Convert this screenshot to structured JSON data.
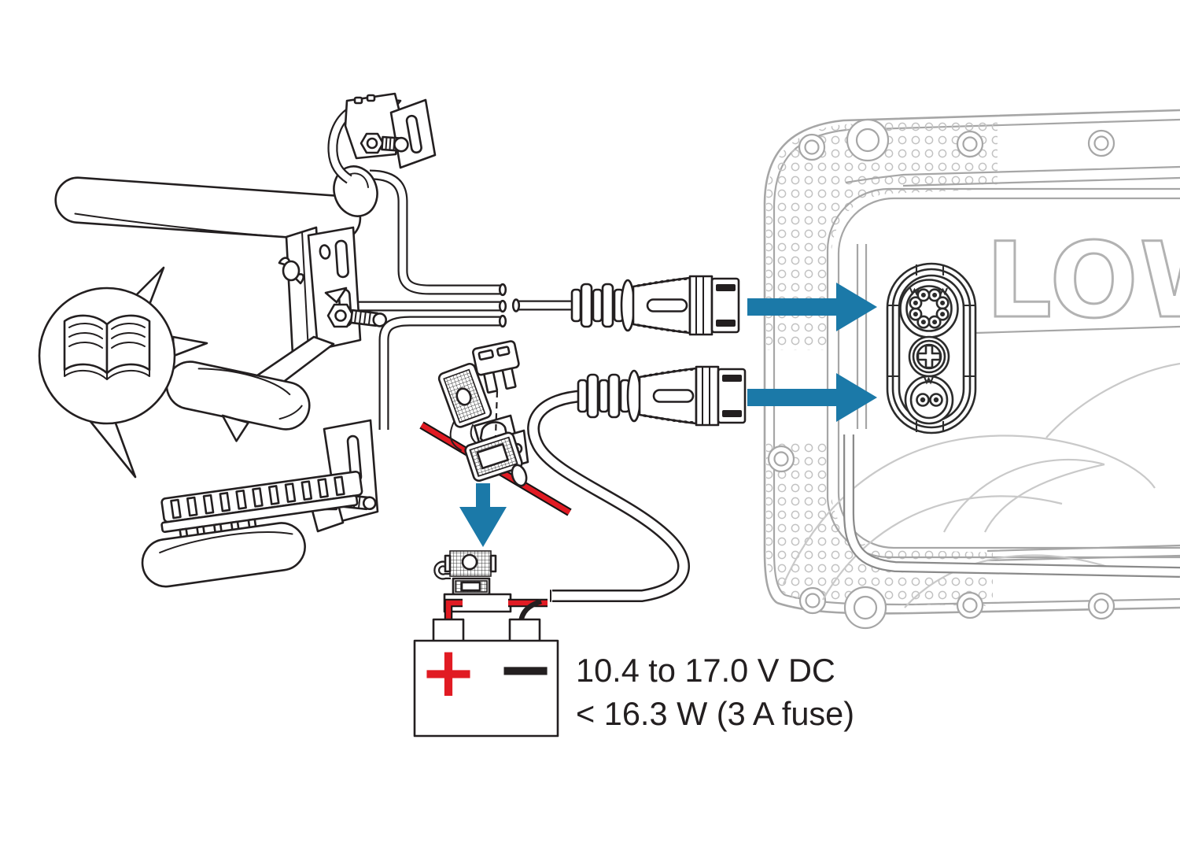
{
  "diagram": {
    "specs": {
      "line1": "10.4 to 17.0 V DC",
      "line2": "< 16.3 W (3 A fuse)"
    },
    "battery": {
      "positive": "+",
      "negative": "−"
    },
    "device": {
      "brand_partial": "LOW"
    }
  },
  "colors": {
    "arrow_blue": "#1b79a8",
    "wire_red": "#e11b23",
    "line_black": "#231f20",
    "device_gray": "#a6a6a6",
    "logo_gray": "#b2b2b2",
    "emblem_gray": "#c9c9c9"
  },
  "icons": {
    "manual": "open-book-icon",
    "transducer_connect": "arrow-right-icon",
    "power_connect": "arrow-right-icon",
    "fuse_detail": "arrow-down-icon"
  }
}
